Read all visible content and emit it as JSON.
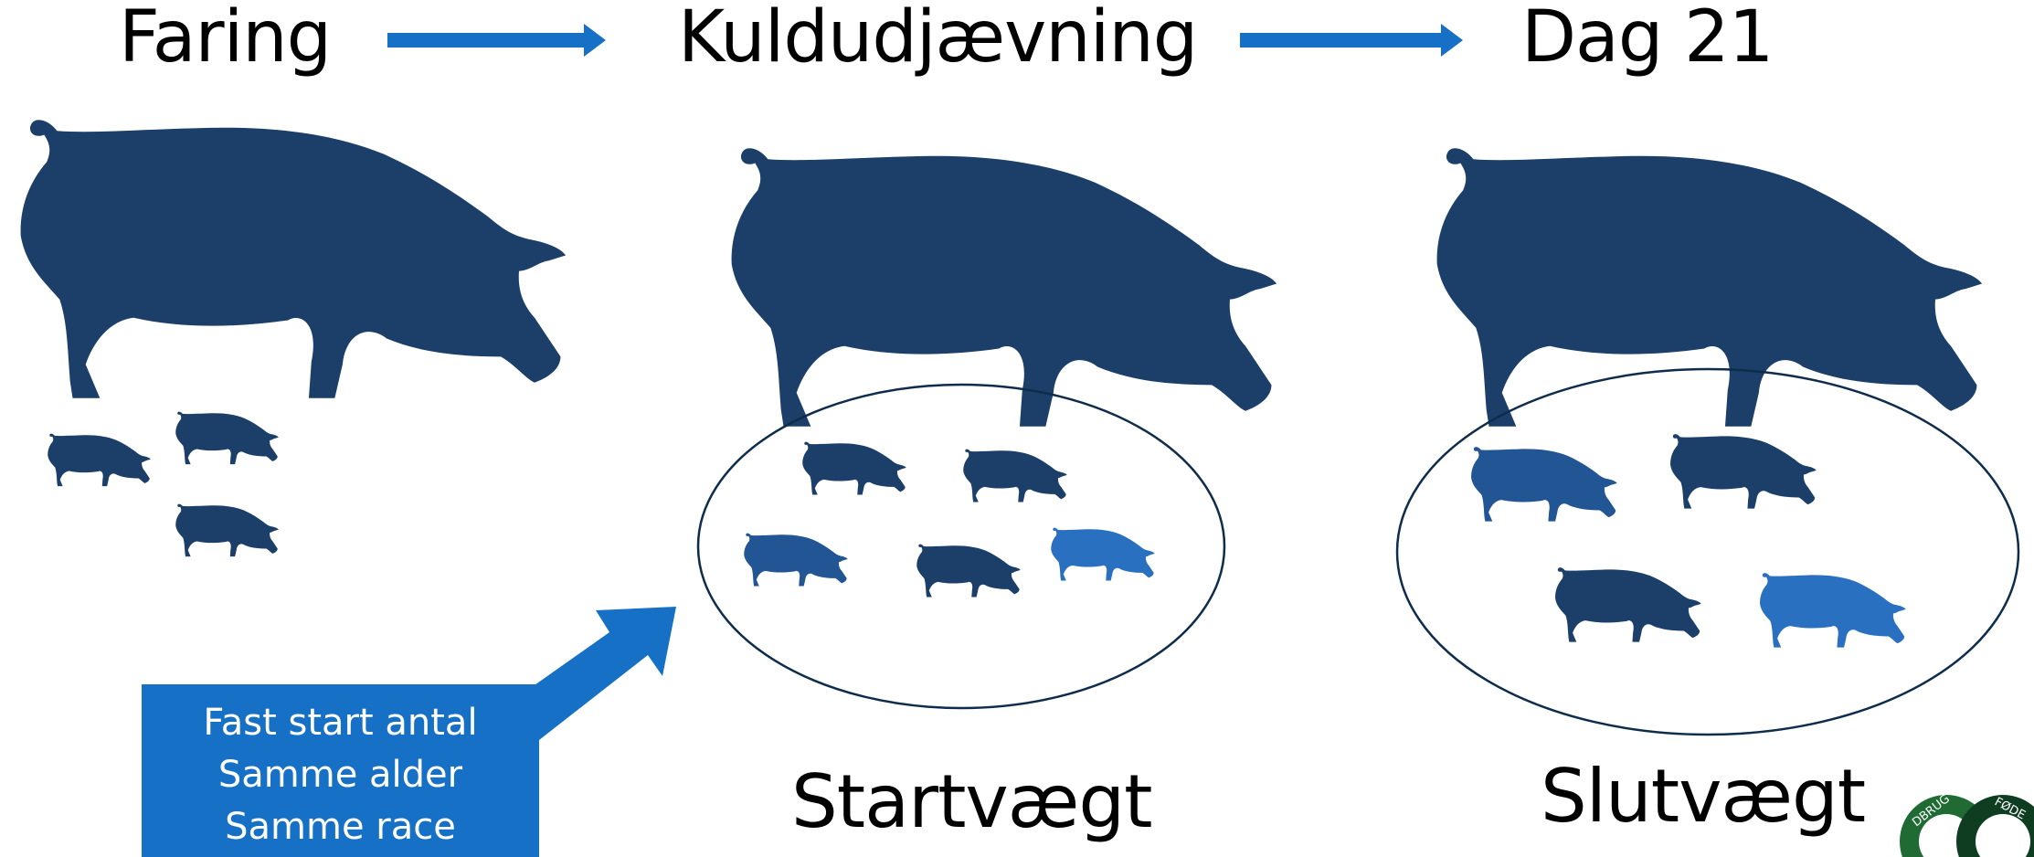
{
  "stages": {
    "farrowing": "Faring",
    "equalization": "Kuldudjævning",
    "day21": "Dag 21"
  },
  "captions": {
    "start_weight": "Startvægt",
    "end_weight": "Slutvægt"
  },
  "criteria": [
    "Fast start antal",
    "Samme alder",
    "Samme race"
  ],
  "piglet_counts": {
    "farrowing": 3,
    "equalization": 5,
    "day21": 4
  },
  "colors": {
    "sow": "#1b3f69",
    "arrow": "#1670c6",
    "piglet_dark": "#1b3f69",
    "piglet_mid": "#225593",
    "piglet_light": "#2a70c0",
    "ring": "#0e2c4b"
  },
  "logo": {
    "text": "LANDBRUG & FØDEVARER"
  }
}
